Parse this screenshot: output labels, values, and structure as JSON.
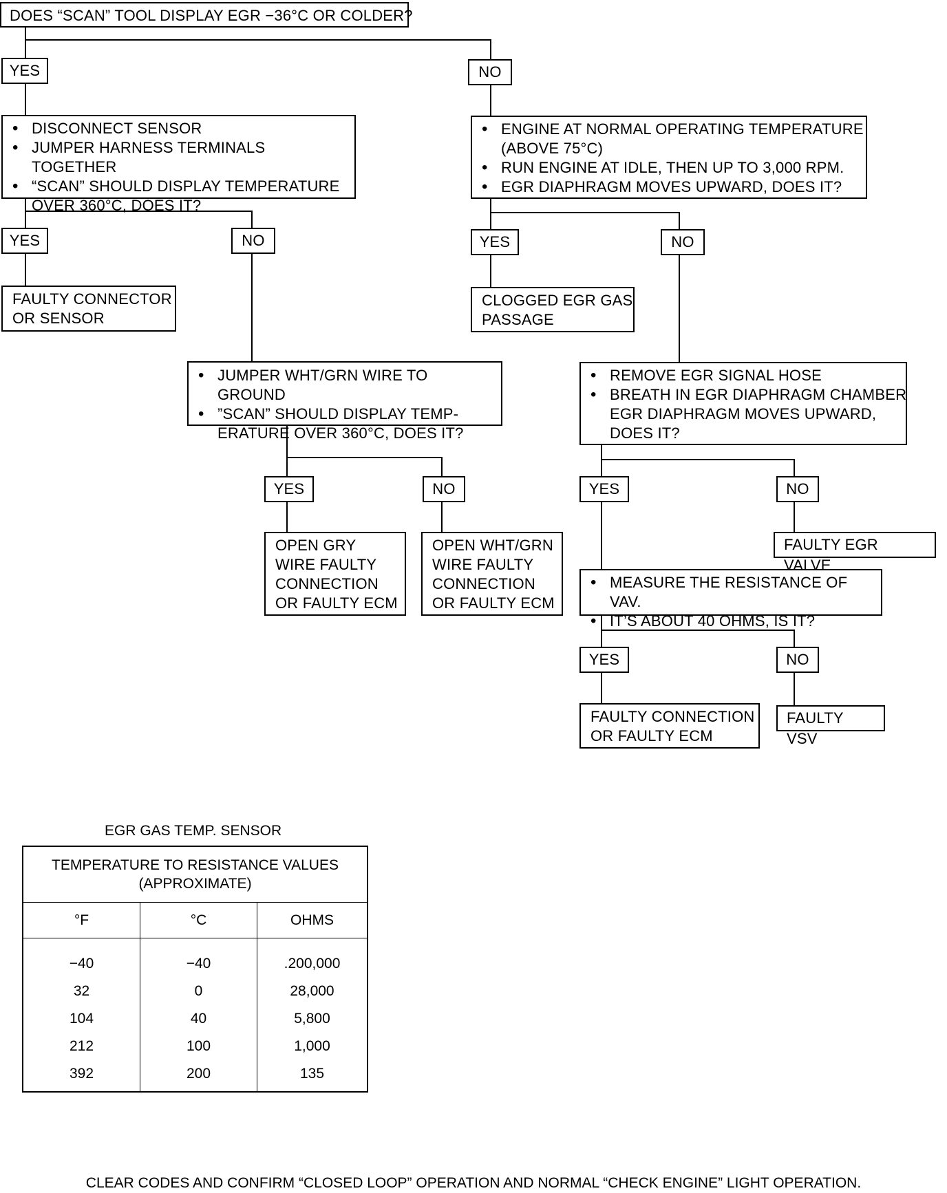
{
  "flowchart": {
    "q_scan": "DOES “SCAN” TOOL DISPLAY EGR −36°C OR COLDER?",
    "yes": "YES",
    "no": "NO",
    "q_disconnect": [
      "DISCONNECT SENSOR",
      "JUMPER HARNESS TERMINALS TOGETHER",
      "“SCAN” SHOULD DISPLAY TEMPERATURE",
      "OVER 360°C, DOES IT?"
    ],
    "q_engine": [
      "ENGINE AT NORMAL OPERATING TEMPERATURE",
      "(ABOVE 75°C)",
      "RUN ENGINE AT IDLE, THEN UP TO 3,000 RPM.",
      "EGR DIAPHRAGM MOVES UPWARD, DOES IT?"
    ],
    "r_faulty_connector": [
      "FAULTY CONNECTOR",
      "OR SENSOR"
    ],
    "r_clogged": [
      "CLOGGED EGR GAS",
      "PASSAGE"
    ],
    "q_jumper_wht": [
      "JUMPER WHT/GRN WIRE TO GROUND",
      "”SCAN” SHOULD DISPLAY TEMP-",
      "ERATURE OVER 360°C, DOES IT?"
    ],
    "q_remove_hose": [
      "REMOVE EGR SIGNAL HOSE",
      "BREATH IN EGR DIAPHRAGM CHAMBER",
      "EGR DIAPHRAGM MOVES UPWARD,",
      "DOES IT?"
    ],
    "r_open_gry": [
      "OPEN GRY",
      "WIRE FAULTY",
      "CONNECTION",
      "OR FAULTY ECM"
    ],
    "r_open_wht": [
      "OPEN WHT/GRN",
      "WIRE FAULTY",
      "CONNECTION",
      "OR FAULTY ECM"
    ],
    "r_faulty_egr_valve": "FAULTY EGR VALVE",
    "q_measure": [
      "MEASURE THE RESISTANCE OF VAV.",
      "IT’S ABOUT 40 OHMS, IS IT?"
    ],
    "r_faulty_conn_ecm": [
      "FAULTY CONNECTION",
      "OR FAULTY ECM"
    ],
    "r_faulty_vsv": "FAULTY VSV"
  },
  "sensor_table": {
    "caption": "EGR GAS TEMP. SENSOR",
    "title": [
      "TEMPERATURE TO RESISTANCE VALUES",
      "(APPROXIMATE)"
    ],
    "headers": [
      "°F",
      "°C",
      "OHMS"
    ],
    "rows": [
      [
        "−40",
        "−40",
        ".200,000"
      ],
      [
        "32",
        "0",
        "28,000"
      ],
      [
        "104",
        "40",
        "5,800"
      ],
      [
        "212",
        "100",
        "1,000"
      ],
      [
        "392",
        "200",
        "135"
      ]
    ]
  },
  "footer": "CLEAR CODES AND CONFIRM “CLOSED LOOP” OPERATION AND NORMAL “CHECK ENGINE” LIGHT OPERATION."
}
